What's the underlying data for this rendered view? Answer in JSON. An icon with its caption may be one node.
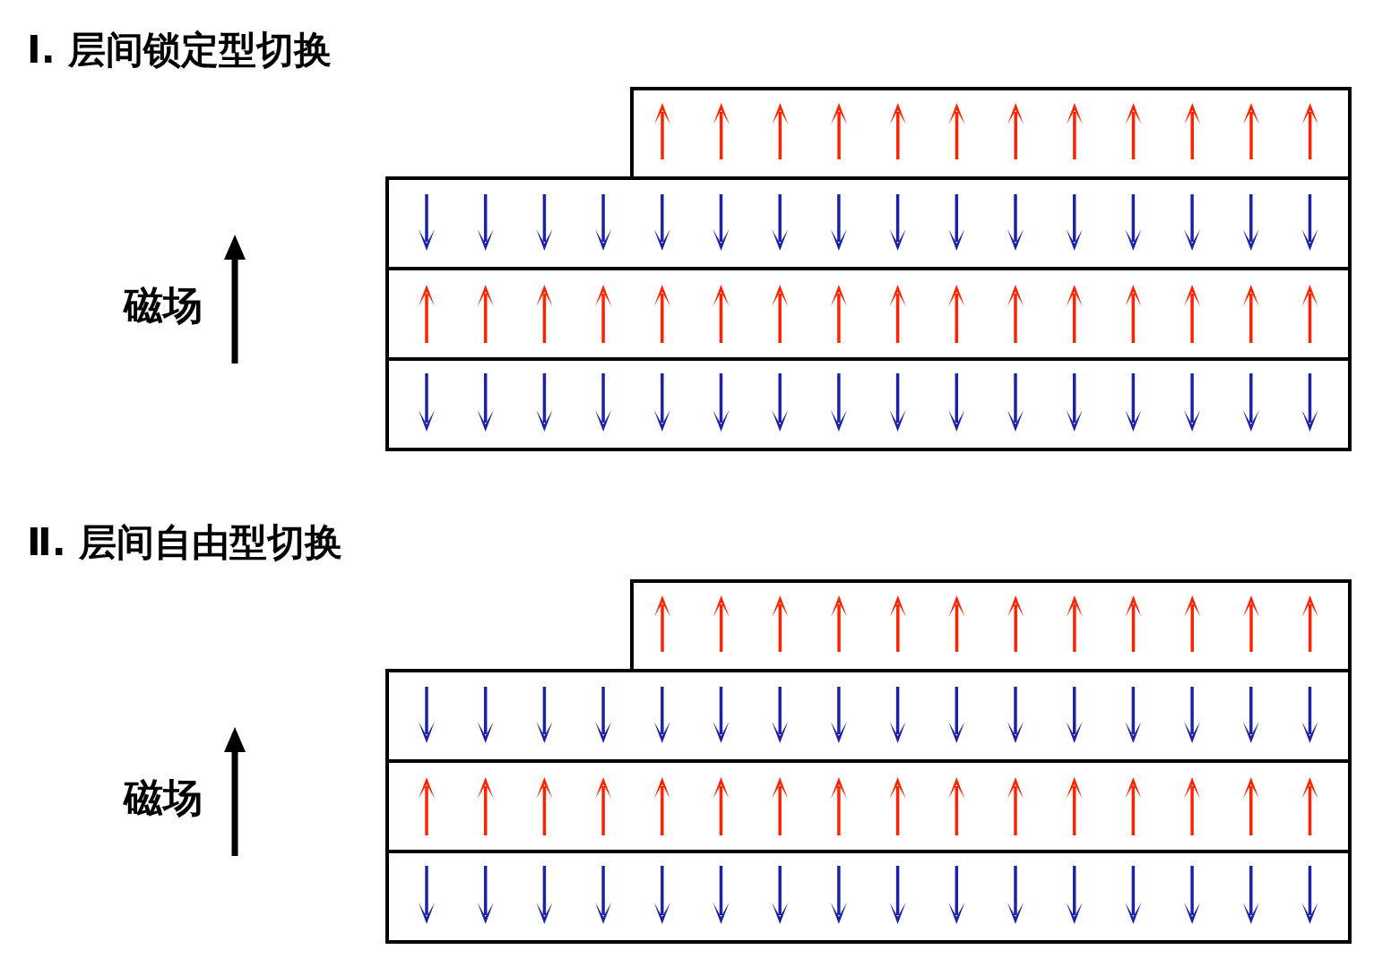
{
  "diagram": {
    "labels": [
      "Ⅰ. 层间锁定型切换",
      "磁场",
      "Ⅱ. 层间自由型切换",
      "磁场"
    ]
  }
}
